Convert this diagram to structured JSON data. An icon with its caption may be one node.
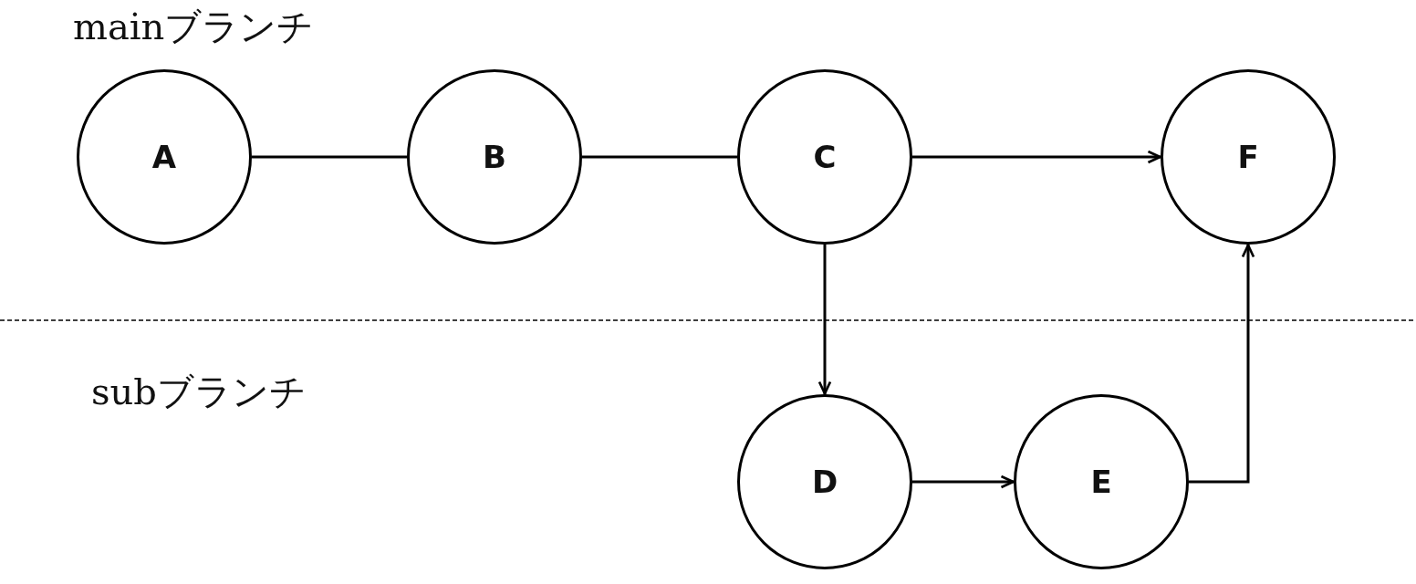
{
  "diagram": {
    "nodes": [
      {
        "text": [
          "A"
        ]
      },
      {
        "text": [
          "B"
        ]
      },
      {
        "text": [
          "C"
        ]
      },
      {
        "text": [
          "F"
        ]
      },
      {
        "text": [
          "D"
        ]
      },
      {
        "text": [
          "E"
        ]
      }
    ],
    "edges": [
      {
        "from": 0,
        "to": 1,
        "arrow": "none"
      },
      {
        "from": 1,
        "to": 2,
        "arrow": "none"
      },
      {
        "from": 2,
        "to": 3,
        "arrow": "to"
      },
      {
        "from": 2,
        "to": 4,
        "arrow": "to"
      },
      {
        "from": 4,
        "to": 5,
        "arrow": "to"
      },
      {
        "from": 5,
        "to": 3,
        "arrow": "to"
      }
    ],
    "labels": [
      "mainブランチ",
      "subブランチ"
    ]
  }
}
